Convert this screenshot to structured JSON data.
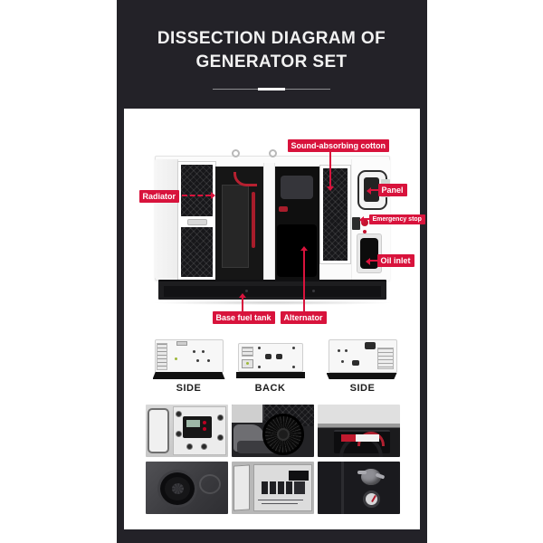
{
  "header": {
    "title_line1": "DISSECTION DIAGRAM OF",
    "title_line2": "GENERATOR SET"
  },
  "diagram": {
    "labels": {
      "sound_absorbing_cotton": "Sound-absorbing cotton",
      "radiator": "Radiator",
      "panel": "Panel",
      "emergency_stop": "Emergency stop",
      "oil_inlet": "Oil inlet",
      "base_fuel_tank": "Base fuel tank",
      "alternator": "Alternator"
    }
  },
  "views": [
    {
      "label": "SIDE"
    },
    {
      "label": "BACK"
    },
    {
      "label": "SIDE"
    }
  ],
  "colors": {
    "accent_red": "#d8133c",
    "panel_dark": "#232228",
    "card": "#ffffff"
  }
}
